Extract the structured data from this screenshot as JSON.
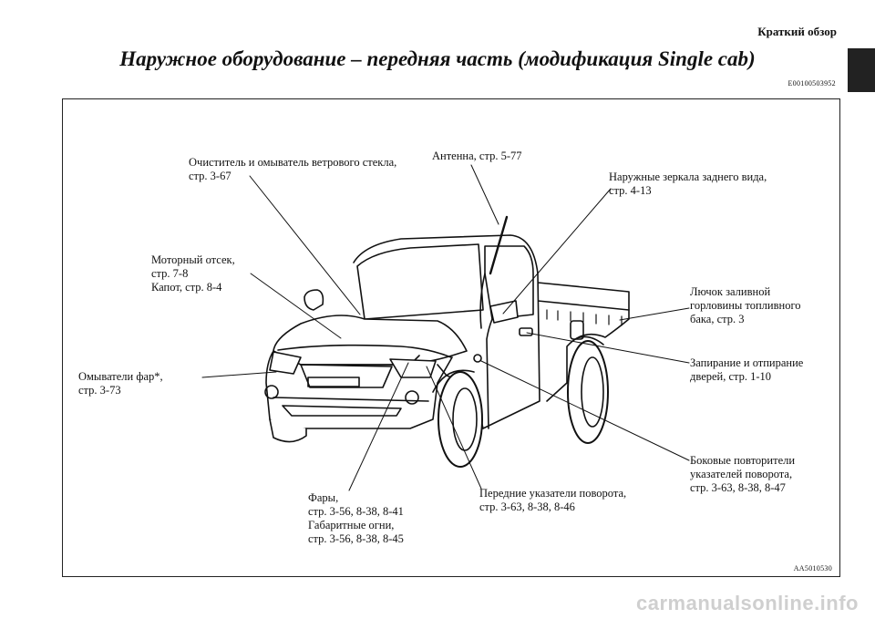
{
  "header": {
    "section": "Краткий обзор",
    "title": "Наружное оборудование – передняя часть (модификация Single cab)",
    "doc_code": "E00100503952"
  },
  "figure": {
    "code": "AA5010530",
    "callouts": {
      "wiper": "Очиститель и омыватель ветрового стекла,\nстр. 3-67",
      "antenna": "Антенна, стр. 5-77",
      "mirrors": "Наружные зеркала заднего вида,\nстр. 4-13",
      "engine": "Моторный отсек,\nстр. 7-8\nКапот, стр. 8-4",
      "fuel": "Лючок заливной\nгорловины топливного\nбака, стр. 3",
      "lock": "Запирание и отпирание\nдверей, стр. 1-10",
      "headwasher": "Омыватели фар*,\nстр. 3-73",
      "side_repeaters": "Боковые повторители\nуказателей поворота,\nстр. 3-63, 8-38, 8-47",
      "front_turn": "Передние указатели поворота,\nстр. 3-63, 8-38, 8-46",
      "headlights": "Фары,\nстр. 3-56, 8-38, 8-41\nГабаритные огни,\nстр. 3-56, 8-38, 8-45"
    }
  },
  "footer": {
    "watermark": "carmanualsonline.info"
  }
}
